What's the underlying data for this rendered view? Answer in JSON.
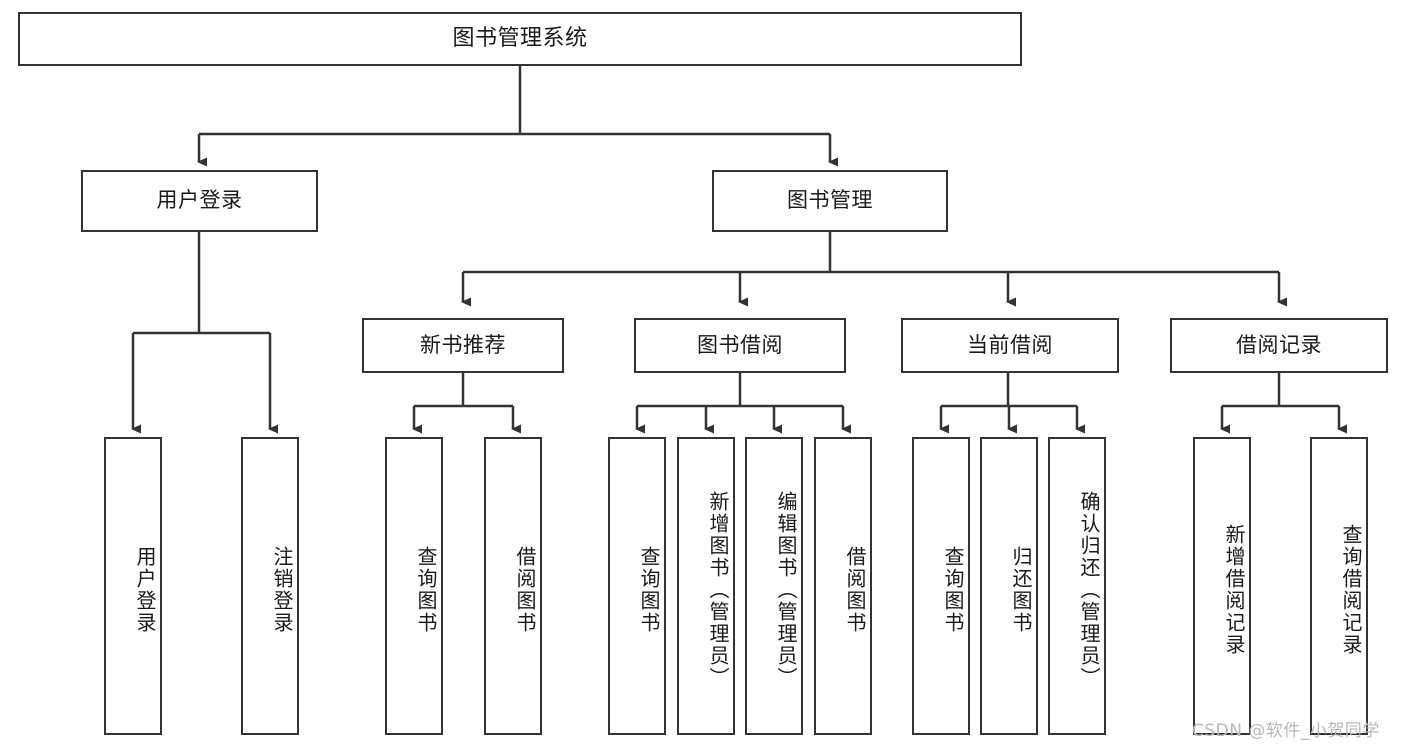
{
  "diagram": {
    "type": "tree",
    "title": "图书管理系统",
    "root": {
      "id": "root",
      "label": "图书管理系统"
    },
    "level1": [
      {
        "id": "user-login",
        "label": "用户登录"
      },
      {
        "id": "book-manage",
        "label": "图书管理"
      }
    ],
    "level2": [
      {
        "id": "new-book-recommend",
        "label": "新书推荐",
        "parent": "book-manage"
      },
      {
        "id": "book-borrow",
        "label": "图书借阅",
        "parent": "book-manage"
      },
      {
        "id": "current-borrow",
        "label": "当前借阅",
        "parent": "book-manage"
      },
      {
        "id": "borrow-record",
        "label": "借阅记录",
        "parent": "book-manage"
      }
    ],
    "leaves": [
      {
        "id": "leaf-user-login",
        "label": "用户登录",
        "parent": "user-login"
      },
      {
        "id": "leaf-logout",
        "label": "注销登录",
        "parent": "user-login"
      },
      {
        "id": "leaf-query-book-1",
        "label": "查询图书",
        "parent": "new-book-recommend"
      },
      {
        "id": "leaf-borrow-book-1",
        "label": "借阅图书",
        "parent": "new-book-recommend"
      },
      {
        "id": "leaf-query-book-2",
        "label": "查询图书",
        "parent": "book-borrow"
      },
      {
        "id": "leaf-add-book",
        "label": "新增图书（管理员）",
        "parent": "book-borrow"
      },
      {
        "id": "leaf-edit-book",
        "label": "编辑图书（管理员）",
        "parent": "book-borrow"
      },
      {
        "id": "leaf-borrow-book-2",
        "label": "借阅图书",
        "parent": "book-borrow"
      },
      {
        "id": "leaf-query-book-3",
        "label": "查询图书",
        "parent": "current-borrow"
      },
      {
        "id": "leaf-return-book",
        "label": "归还图书",
        "parent": "current-borrow"
      },
      {
        "id": "leaf-confirm-return",
        "label": "确认归还（管理员）",
        "parent": "current-borrow"
      },
      {
        "id": "leaf-add-record",
        "label": "新增借阅记录",
        "parent": "borrow-record"
      },
      {
        "id": "leaf-query-record",
        "label": "查询借阅记录",
        "parent": "borrow-record"
      }
    ],
    "colors": {
      "stroke": "#333333",
      "fill": "#ffffff",
      "text": "#1a1a1a",
      "watermark": "#b8b8b8"
    }
  },
  "watermark": {
    "text": "CSDN @软件_小贺同学"
  }
}
